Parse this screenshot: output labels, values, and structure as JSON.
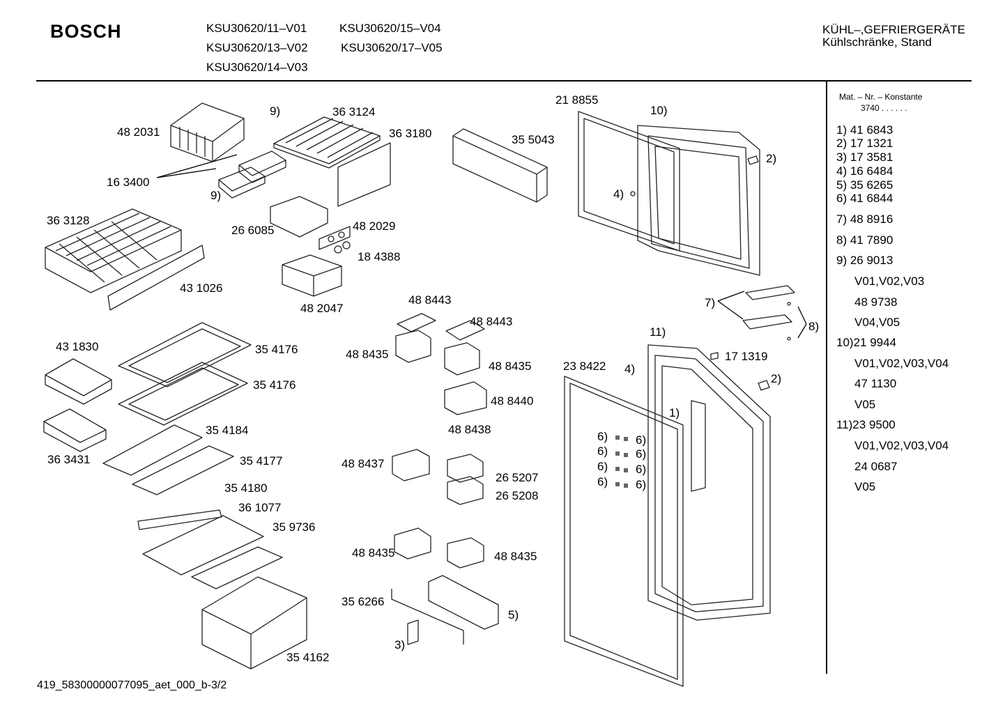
{
  "header": {
    "brand": "BOSCH",
    "models": [
      "KSU30620/11–V01",
      "KSU30620/15–V04",
      "KSU30620/13–V02",
      "KSU30620/17–V05",
      "KSU30620/14–V03"
    ],
    "category_line1": "KÜHL–,GEFRIERGERÄTE",
    "category_line2": "Kühlschränke, Stand"
  },
  "diagram_labels": [
    "48 2031",
    "9)",
    "36 3124",
    "36 3180",
    "16 3400",
    "9)",
    "36 3128",
    "26 6085",
    "48 2029",
    "18 4388",
    "43 1026",
    "48 2047",
    "35 5043",
    "21 8855",
    "10)",
    "2)",
    "4)",
    "7)",
    "8)",
    "48 8443",
    "48 8443",
    "48 8435",
    "48 8435",
    "48 8440",
    "48 8438",
    "43 1830",
    "35 4176",
    "35 4176",
    "35 4184",
    "36 3431",
    "35 4177",
    "35 4180",
    "36 1077",
    "35 9736",
    "48 8437",
    "26 5207",
    "26 5208",
    "48 8435",
    "48 8435",
    "35 6266",
    "5)",
    "3)",
    "35 4162",
    "11)",
    "17 1319",
    "23 8422",
    "4)",
    "2)",
    "1)",
    "6)",
    "6)",
    "6)",
    "6)",
    "6)",
    "6)",
    "6)",
    "6)"
  ],
  "parts_list": {
    "heading": "Mat. – Nr. – Konstante",
    "constant": "3740  .  .    .  .  .  .",
    "rows": [
      "1)  41 6843",
      "2)  17 1321",
      "3)  17 3581",
      "4)  16 6484",
      "5)  35 6265",
      "6)  41 6844",
      "7)  48 8916",
      "8)  41 7890",
      "9)  26 9013",
      "V01,V02,V03",
      "48 9738",
      "V04,V05",
      "10)21 9944",
      "V01,V02,V03,V04",
      "47 1130",
      "V05",
      "11)23 9500",
      "V01,V02,V03,V04",
      "24 0687",
      "V05"
    ]
  },
  "footer": "419_58300000077095_aet_000_b-3/2"
}
